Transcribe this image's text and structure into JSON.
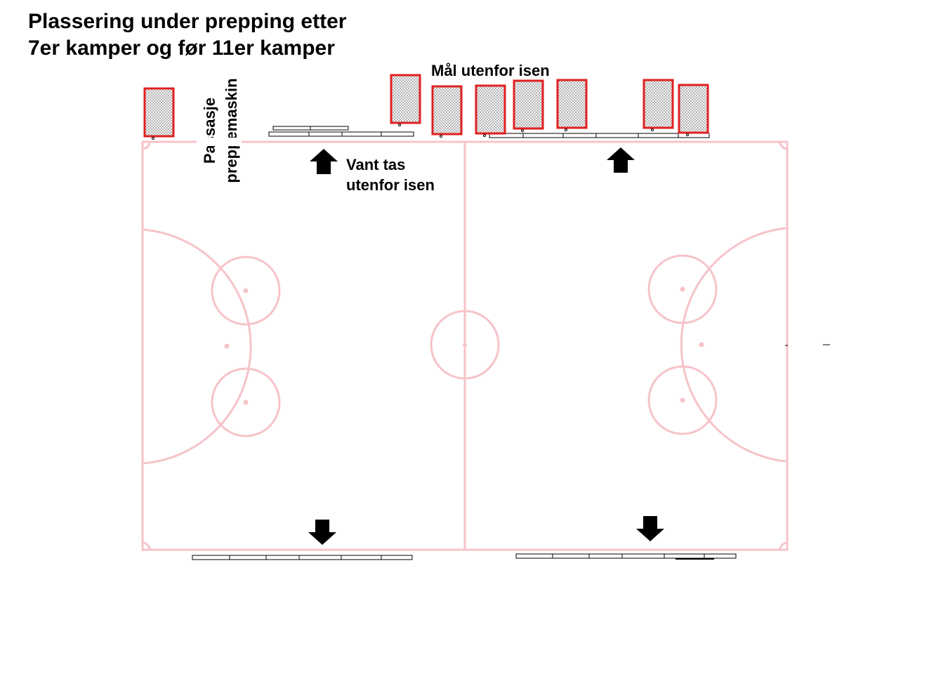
{
  "title": {
    "line1": "Plassering under prepping etter",
    "line2": "7er kamper og før 11er kamper"
  },
  "labels": {
    "goals_outside": "Mål utenfor isen",
    "boards": {
      "line1": "Vant tas",
      "line2": "utenfor isen"
    },
    "passage": {
      "line1": "Passasje",
      "line2": "preppemaskin"
    }
  },
  "colors": {
    "rink_lines": "#f6c3c9",
    "goal_frame": "#e02020",
    "arrows": "#000000"
  },
  "icons": {
    "arrow_up": "arrow-up-icon",
    "arrow_down": "arrow-down-icon",
    "goal": "hockey-goal-icon"
  }
}
